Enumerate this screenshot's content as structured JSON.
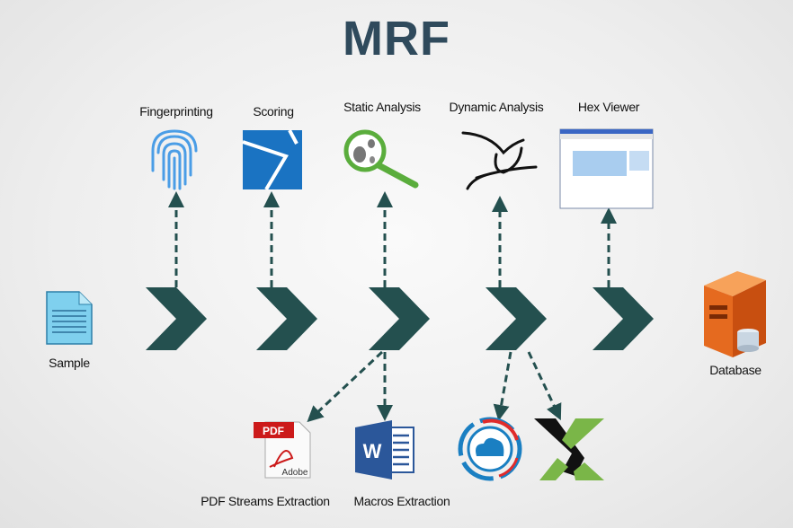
{
  "title": "MRF",
  "top_stages": [
    {
      "label": "Fingerprinting",
      "icon": "fingerprint-icon"
    },
    {
      "label": "Scoring",
      "icon": "scoring-logo-icon"
    },
    {
      "label": "Static Analysis",
      "icon": "magnifier-bugs-icon"
    },
    {
      "label": "Dynamic Analysis",
      "icon": "roadrunner-bird-icon"
    },
    {
      "label": "Hex Viewer",
      "icon": "hex-viewer-screenshot-icon"
    }
  ],
  "bottom_outputs": [
    {
      "label": "PDF Streams Extraction",
      "icon": "pdf-adobe-icon",
      "logo_text": [
        "PDF",
        "Adobe"
      ]
    },
    {
      "label": "Macros Extraction",
      "icon": "word-icon",
      "logo_text": "W"
    },
    {
      "label": "",
      "icon": "cloud-sandbox-icon"
    },
    {
      "label": "",
      "icon": "x-logo-icon"
    }
  ],
  "input": {
    "label": "Sample",
    "icon": "document-icon"
  },
  "output": {
    "label": "Database",
    "icon": "database-server-icon"
  },
  "colors": {
    "chevron": "#24504f",
    "title": "#2f4a5c",
    "arrow": "#24504f"
  }
}
